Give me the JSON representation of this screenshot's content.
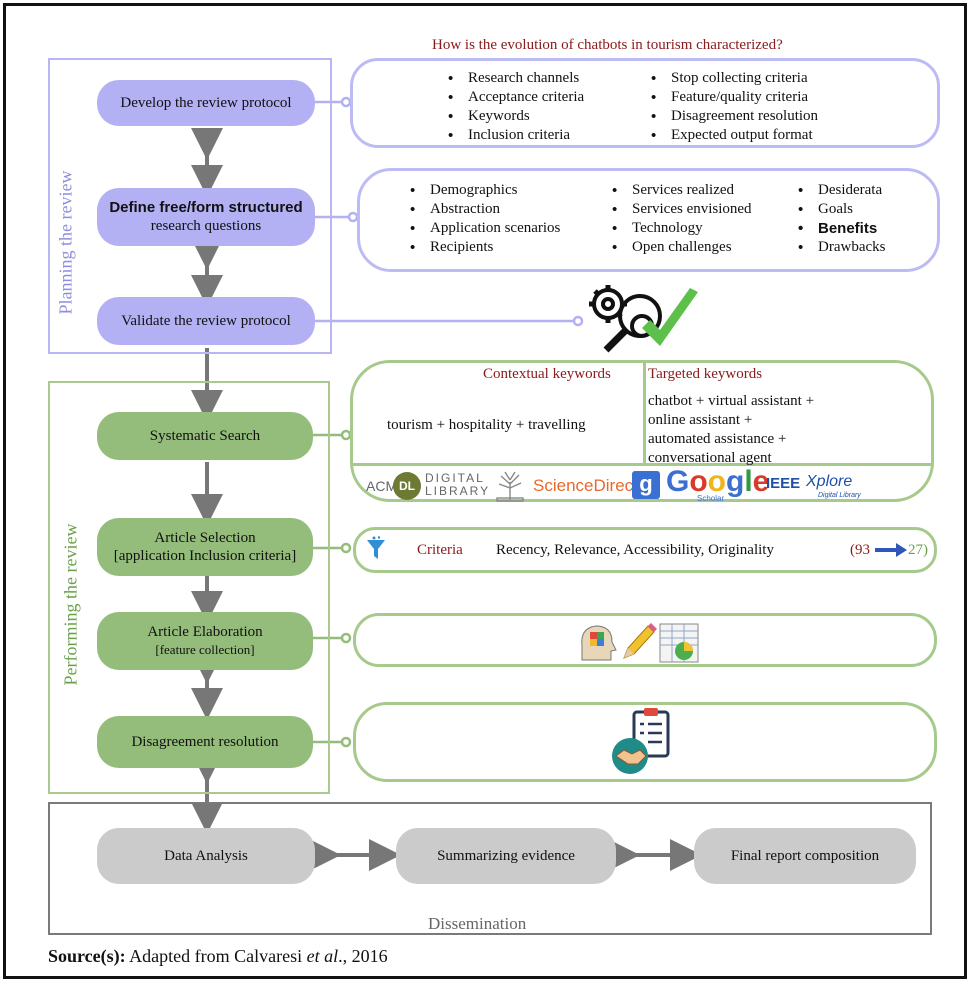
{
  "question": "How is the evolution of chatbots in tourism characterized?",
  "sections": {
    "planning": "Planning the review",
    "performing": "Performing the review",
    "dissemination": "Dissemination"
  },
  "steps": {
    "develop": "Develop the review protocol",
    "define_bold": "Define free/form structured",
    "define_rest": "research questions",
    "validate": "Validate the review protocol",
    "search": "Systematic Search",
    "selection_1": "Article Selection",
    "selection_2": "[application Inclusion criteria]",
    "elaboration_1": "Article Elaboration",
    "elaboration_2": "[feature collection]",
    "disagreement": "Disagreement resolution",
    "analysis": "Data Analysis",
    "summarizing": "Summarizing evidence",
    "final": "Final report composition"
  },
  "protocol_items": {
    "col1": [
      "Research channels",
      "Acceptance criteria",
      "Keywords",
      "Inclusion criteria"
    ],
    "col2": [
      "Stop collecting criteria",
      "Feature/quality criteria",
      "Disagreement resolution",
      "Expected output format"
    ]
  },
  "question_items": {
    "col1": [
      "Demographics",
      "Abstraction",
      "Application scenarios",
      "Recipients"
    ],
    "col2": [
      "Services realized",
      "Services envisioned",
      "Technology",
      "Open challenges"
    ],
    "col3": [
      "Desiderata",
      "Goals",
      "Benefits",
      "Drawbacks"
    ]
  },
  "keywords": {
    "contextual_title": "Contextual keywords",
    "targeted_title": "Targeted keywords",
    "contextual": "tourism + hospitality + travelling",
    "targeted": [
      "chatbot + virtual assistant +",
      "online assistant +",
      "automated assistance +",
      "conversational agent"
    ]
  },
  "sources": {
    "acm_prefix": "ACM",
    "acm_badge": "DL",
    "digital": "DIGITAL",
    "library": "LIBRARY",
    "sciencedirect": "ScienceDirect",
    "google_badge": "g",
    "google_g": "G",
    "google_o1": "o",
    "google_o2": "o",
    "google_g2": "g",
    "google_l": "l",
    "google_e": "e",
    "google_scholar": "Scholar",
    "ieee": "IEEE",
    "xplore": "Xplore",
    "xplore_sub": "Digital Library"
  },
  "criteria": {
    "label": "Criteria",
    "text": "Recency, Relevance, Accessibility, Originality",
    "open": "(",
    "from": "93",
    "to": "27)"
  },
  "source_note": {
    "label": "Source(s):",
    "prefix": "Adapted from Calvaresi ",
    "etal": "et al",
    "suffix": "., 2016"
  },
  "colors": {
    "purple": "#b3b0f4",
    "green": "#94bd7b",
    "gray": "#cbcbcb",
    "accent_red": "#8b1a1a",
    "check_green": "#5cc04a"
  }
}
